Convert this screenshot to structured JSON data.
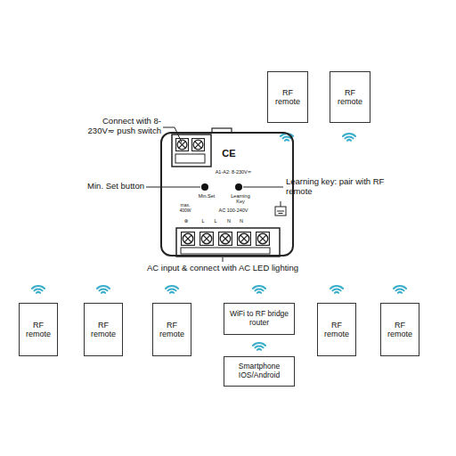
{
  "diagram": {
    "nodes": [
      {
        "text": [
          "RF remote"
        ]
      },
      {
        "text": [
          "RF remote"
        ]
      },
      {
        "text": [
          "CE",
          "A1-A2: 8-230V≂",
          "Min.Set",
          "Learning Key",
          "max. 400W",
          "AC 100-240V",
          "⊗",
          "L",
          "L",
          "N",
          "N"
        ]
      },
      {
        "text": [
          "RF remote"
        ]
      },
      {
        "text": [
          "RF remote"
        ]
      },
      {
        "text": [
          "RF remote"
        ]
      },
      {
        "text": [
          "WiFi to RF bridge router"
        ]
      },
      {
        "text": [
          "RF remote"
        ]
      },
      {
        "text": [
          "RF remote"
        ]
      },
      {
        "text": [
          "Smartphone IOS/Android"
        ]
      }
    ],
    "labels": [
      "Connect with 8-230V≂ push switch",
      "Min. Set button",
      "Learning key: pair with RF remote",
      "AC input & connect with AC LED lighting"
    ]
  }
}
